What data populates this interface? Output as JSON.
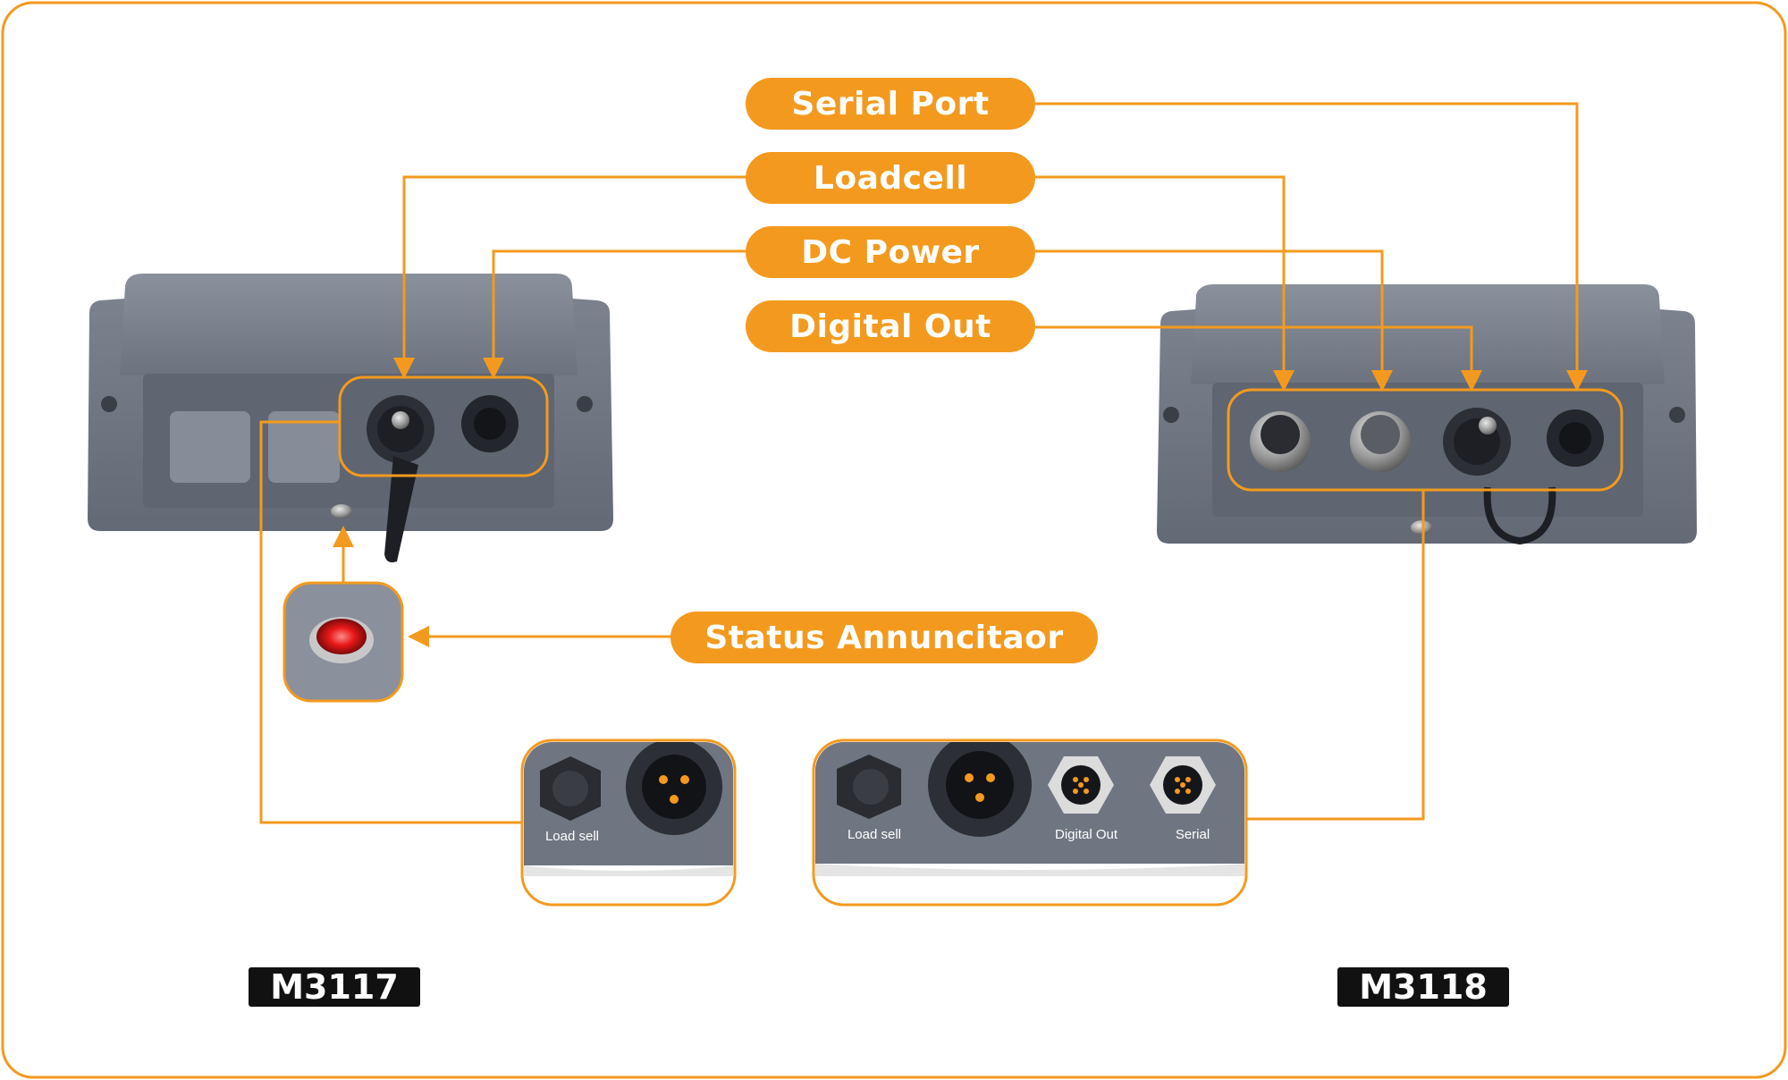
{
  "labels": {
    "serial_port": "Serial Port",
    "loadcell": "Loadcell",
    "dc_power": "DC Power",
    "digital_out": "Digital Out",
    "status": "Status Annuncitaor"
  },
  "models": {
    "left": "M3117",
    "right": "M3118"
  },
  "connector_labels": {
    "left_load": "Load sell",
    "right_load": "Load sell",
    "right_digital": "Digital Out",
    "right_serial": "Serial"
  },
  "colors": {
    "accent": "#f39a1e",
    "device": "#7a808c",
    "badge": "#111111"
  }
}
